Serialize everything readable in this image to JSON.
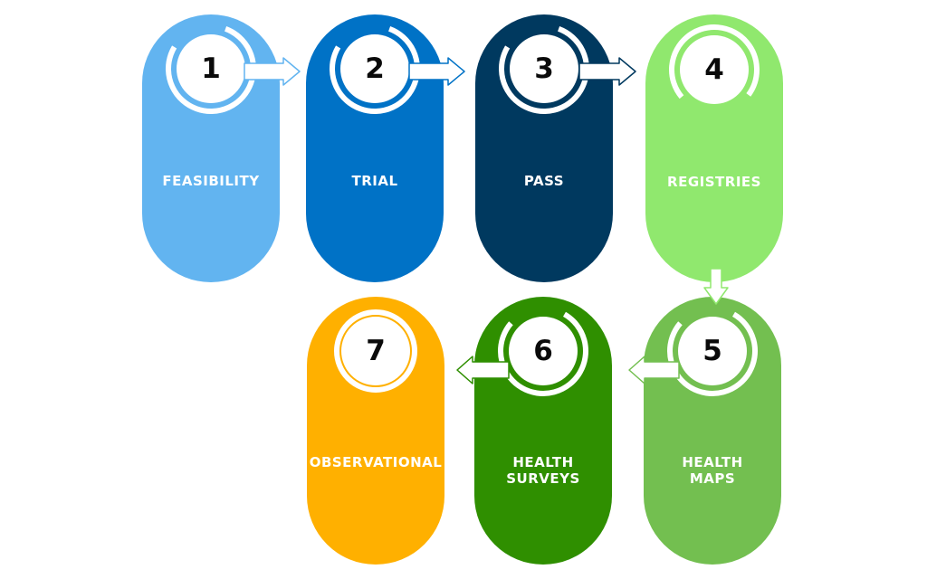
{
  "steps": [
    {
      "number": "1",
      "label": "FEASIBILITY",
      "color": "#62b4f0"
    },
    {
      "number": "2",
      "label": "TRIAL",
      "color": "#0072c6"
    },
    {
      "number": "3",
      "label": "PASS",
      "color": "#00395f"
    },
    {
      "number": "4",
      "label": "REGISTRIES",
      "color": "#90e86e"
    },
    {
      "number": "5",
      "label": "HEALTH\nMAPS",
      "color": "#73bf50"
    },
    {
      "number": "6",
      "label": "HEALTH\nSURVEYS",
      "color": "#2f8f00"
    },
    {
      "number": "7",
      "label": "OBSERVATIONAL",
      "color": "#ffb000"
    }
  ],
  "colors": {
    "arrow_fill": "#ffffff",
    "ring": "#ffffff"
  }
}
